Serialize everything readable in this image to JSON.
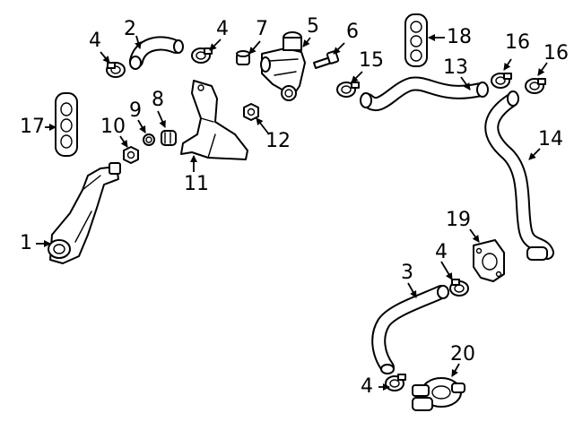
{
  "diagram": {
    "callouts": [
      {
        "id": "c1",
        "text": "1"
      },
      {
        "id": "c2",
        "text": "2"
      },
      {
        "id": "c3",
        "text": "3"
      },
      {
        "id": "c4a",
        "text": "4"
      },
      {
        "id": "c4b",
        "text": "4"
      },
      {
        "id": "c4c",
        "text": "4"
      },
      {
        "id": "c4d",
        "text": "4"
      },
      {
        "id": "c5",
        "text": "5"
      },
      {
        "id": "c6",
        "text": "6"
      },
      {
        "id": "c7",
        "text": "7"
      },
      {
        "id": "c8",
        "text": "8"
      },
      {
        "id": "c9",
        "text": "9"
      },
      {
        "id": "c10",
        "text": "10"
      },
      {
        "id": "c11",
        "text": "11"
      },
      {
        "id": "c12",
        "text": "12"
      },
      {
        "id": "c13",
        "text": "13"
      },
      {
        "id": "c14",
        "text": "14"
      },
      {
        "id": "c15",
        "text": "15"
      },
      {
        "id": "c16a",
        "text": "16"
      },
      {
        "id": "c16b",
        "text": "16"
      },
      {
        "id": "c17",
        "text": "17"
      },
      {
        "id": "c18",
        "text": "18"
      },
      {
        "id": "c19",
        "text": "19"
      },
      {
        "id": "c20",
        "text": "20"
      }
    ],
    "colors": {
      "line": "#000000",
      "fill": "#ffffff"
    }
  }
}
